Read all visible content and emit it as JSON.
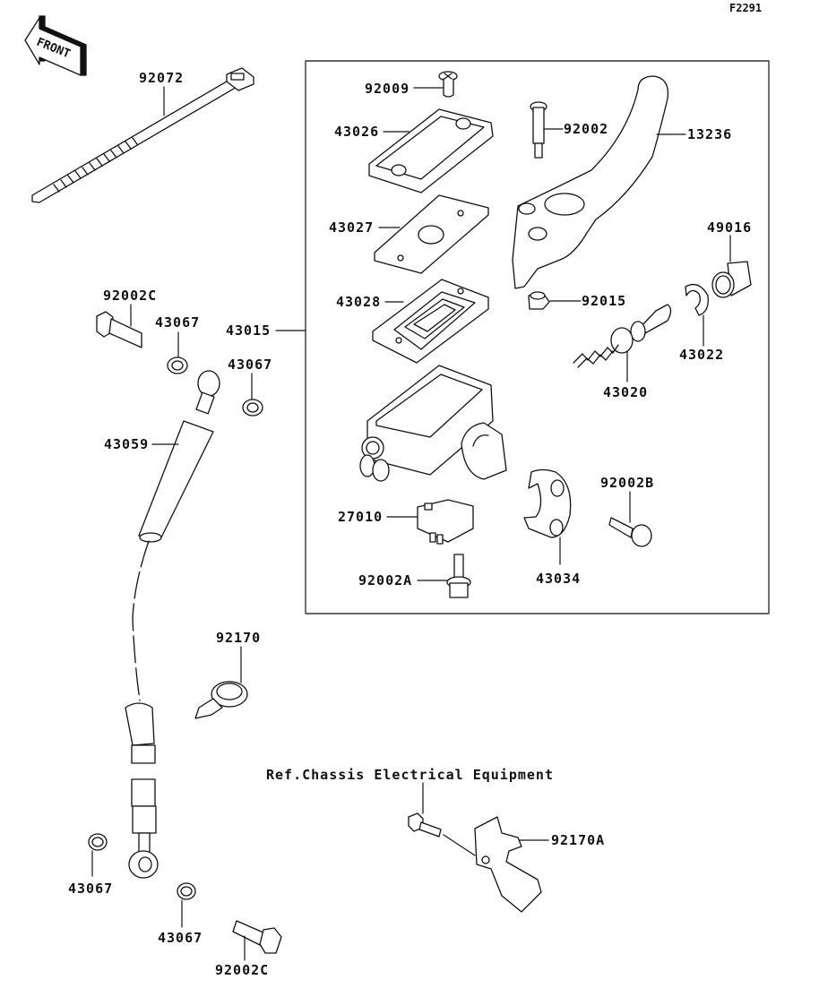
{
  "figure_id": "F2291",
  "front_arrow_label": "FRONT",
  "reference_note": "Ref.Chassis Electrical Equipment",
  "assembly_group": {
    "part_no": "43015",
    "name": "master-cylinder-assembly"
  },
  "parts": [
    {
      "id": "tie-band",
      "part_no": "92072"
    },
    {
      "id": "reservoir-cap-screw",
      "part_no": "92009"
    },
    {
      "id": "reservoir-cap",
      "part_no": "43026"
    },
    {
      "id": "cap-plate",
      "part_no": "43027"
    },
    {
      "id": "diaphragm",
      "part_no": "43028"
    },
    {
      "id": "lever-pivot-bolt",
      "part_no": "92002"
    },
    {
      "id": "brake-lever",
      "part_no": "13236"
    },
    {
      "id": "dust-boot",
      "part_no": "49016"
    },
    {
      "id": "pivot-nut",
      "part_no": "92015"
    },
    {
      "id": "circlip",
      "part_no": "43022"
    },
    {
      "id": "piston-set",
      "part_no": "43020"
    },
    {
      "id": "brake-switch",
      "part_no": "27010"
    },
    {
      "id": "switch-screw",
      "part_no": "92002A"
    },
    {
      "id": "clamp-holder",
      "part_no": "43034"
    },
    {
      "id": "holder-bolt",
      "part_no": "92002B"
    },
    {
      "id": "banjo-bolt-upper",
      "part_no": "92002C"
    },
    {
      "id": "gasket-1",
      "part_no": "43067"
    },
    {
      "id": "gasket-2",
      "part_no": "43067"
    },
    {
      "id": "brake-hose",
      "part_no": "43059"
    },
    {
      "id": "hose-clamp",
      "part_no": "92170"
    },
    {
      "id": "gasket-3",
      "part_no": "43067"
    },
    {
      "id": "gasket-4",
      "part_no": "43067"
    },
    {
      "id": "banjo-bolt-lower",
      "part_no": "92002C"
    },
    {
      "id": "hose-bracket",
      "part_no": "92170A"
    }
  ]
}
